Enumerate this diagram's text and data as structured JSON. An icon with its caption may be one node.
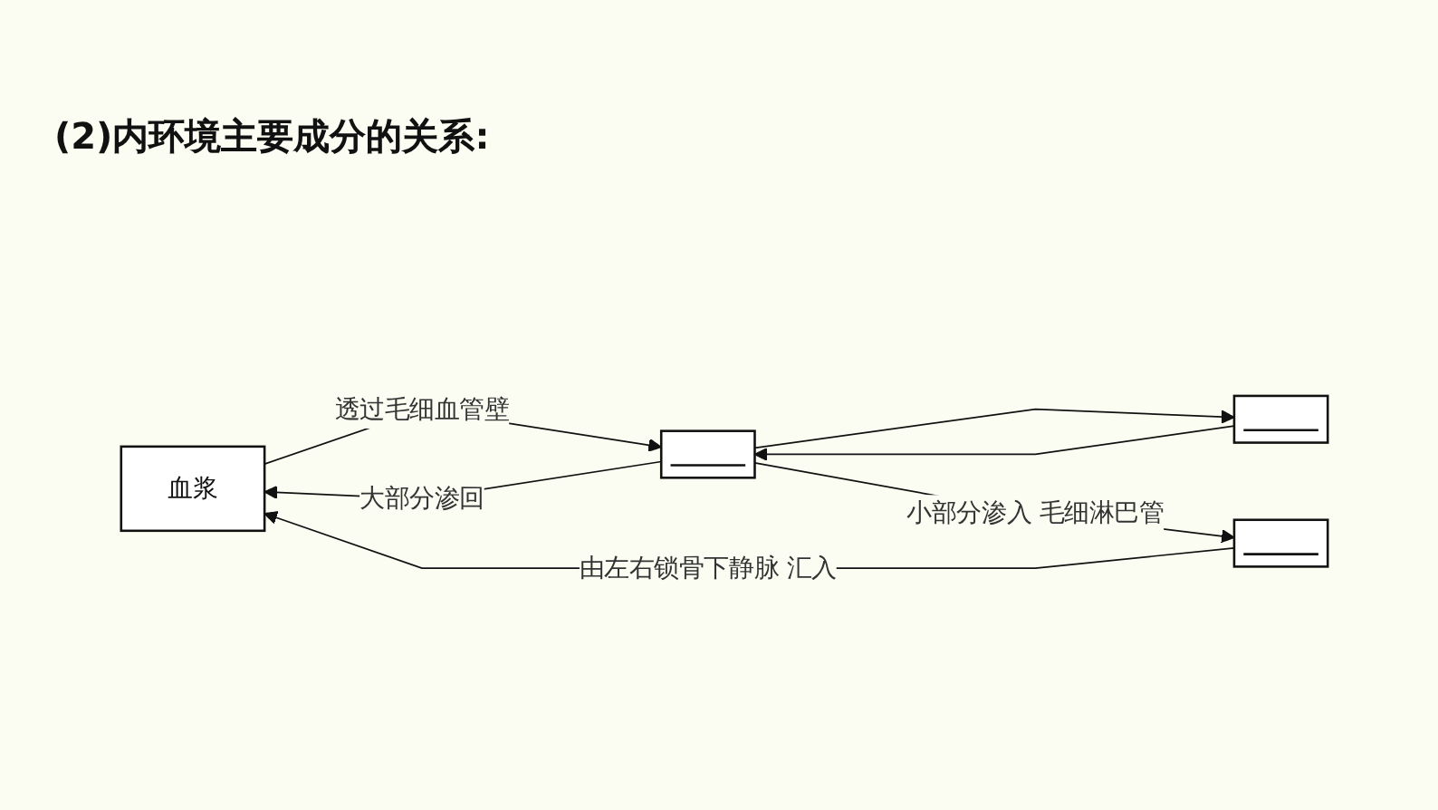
{
  "diagram": {
    "title": "(2)内环境主要成分的关系:",
    "nodes": [
      {
        "text": [
          "血浆"
        ]
      },
      {
        "text": [],
        "shape": "box"
      },
      {
        "text": [],
        "shape": "box"
      },
      {
        "text": [],
        "shape": "box"
      }
    ],
    "edges": [
      {
        "from": 0,
        "to": 1,
        "arrow": "to",
        "label": "透过毛细血管壁"
      },
      {
        "from": 1,
        "to": 0,
        "arrow": "to",
        "label": "大部分渗回"
      },
      {
        "from": 1,
        "to": 2,
        "arrow": "to"
      },
      {
        "from": 2,
        "to": 1,
        "arrow": "to"
      },
      {
        "from": 1,
        "to": 3,
        "arrow": "to",
        "label": "小部分渗入 毛细淋巴管"
      },
      {
        "from": 3,
        "to": 0,
        "arrow": "to",
        "label": "由左右锁骨下静脉 汇入"
      }
    ]
  }
}
